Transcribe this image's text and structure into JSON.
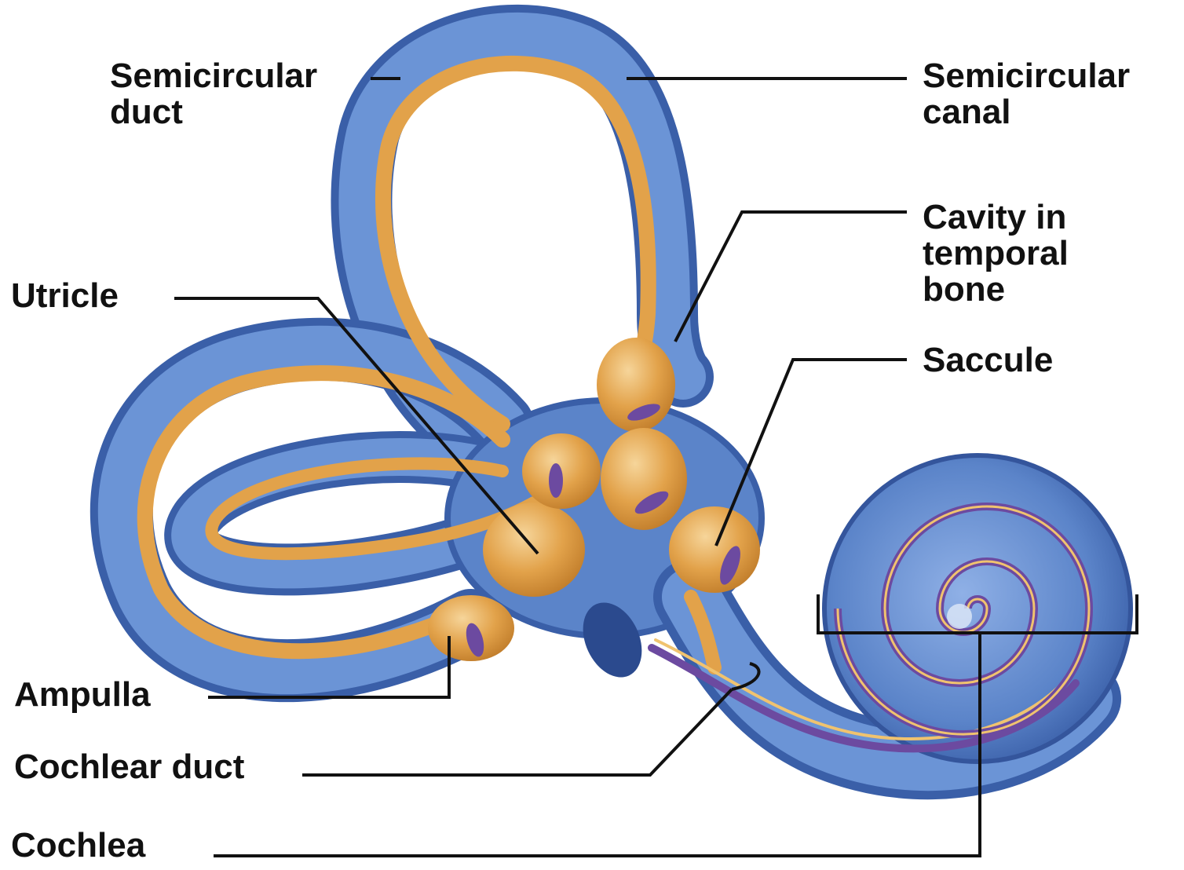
{
  "labels": {
    "semicircular_duct": [
      "Semicircular",
      "duct"
    ],
    "semicircular_canal": [
      "Semicircular",
      "canal"
    ],
    "cavity_in_temporal_bone": [
      "Cavity in",
      "temporal",
      "bone"
    ],
    "utricle": "Utricle",
    "saccule": "Saccule",
    "ampulla": "Ampulla",
    "cochlear_duct": "Cochlear duct",
    "cochlea": "Cochlea"
  },
  "colors": {
    "bony_labyrinth": "#5b84c9",
    "bony_labyrinth_dark": "#3a5fa8",
    "bony_labyrinth_light": "#a9c3ea",
    "membranous_labyrinth": "#e2a24a",
    "membranous_labyrinth_light": "#f3c983",
    "sensory_patch": "#6c4aa0",
    "leader_line": "#111111"
  }
}
